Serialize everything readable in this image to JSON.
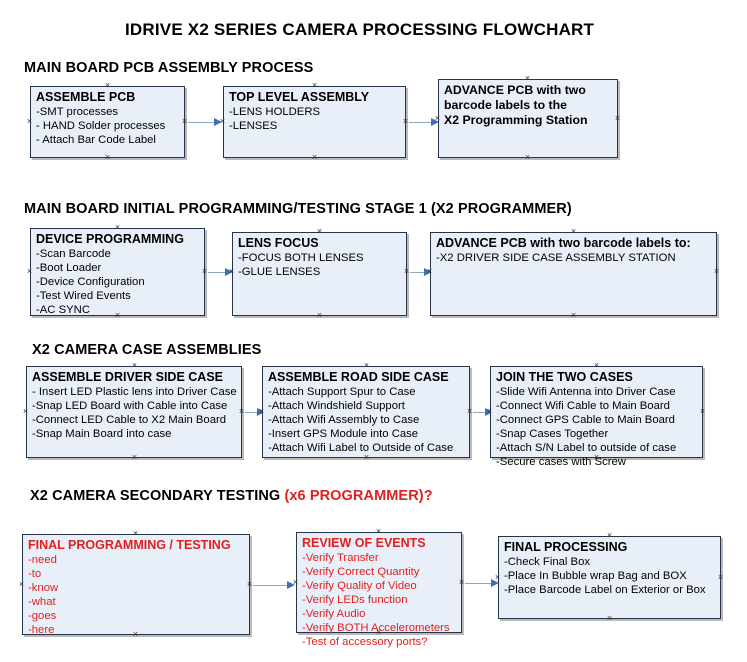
{
  "document": {
    "title": "IDRIVE X2  SERIES CAMERA PROCESSING FLOWCHART",
    "accent_color": "#e02020",
    "node_fill": "#e9eff8",
    "node_border": "#26344a",
    "connector_color": "#8fa9c4",
    "arrow_color": "#3f6fb5"
  },
  "sections": [
    {
      "id": "main-board-pcb-assembly-process",
      "heading": "MAIN BOARD PCB ASSEMBLY PROCESS",
      "heading_accent": "",
      "nodes": [
        {
          "id": "assemble-pcb",
          "title": "ASSEMBLE PCB",
          "lines": [
            "-SMT processes",
            "- HAND Solder processes",
            "- Attach Bar Code Label"
          ],
          "style": "normal"
        },
        {
          "id": "top-level-assembly",
          "title": "TOP LEVEL ASSEMBLY",
          "lines": [
            "-LENS HOLDERS",
            "-LENSES"
          ],
          "style": "normal"
        },
        {
          "id": "advance-pcb-to-x2-programming-station",
          "title": "",
          "lines": [
            "ADVANCE PCB with two",
            "barcode labels to the",
            " X2 Programming Station"
          ],
          "style": "allbold"
        }
      ]
    },
    {
      "id": "main-board-initial-programming",
      "heading": "MAIN BOARD INITIAL PROGRAMMING/TESTING STAGE 1 (X2 PROGRAMMER)",
      "heading_accent": "",
      "nodes": [
        {
          "id": "device-programming",
          "title": "DEVICE PROGRAMMING",
          "lines": [
            "-Scan Barcode",
            "-Boot Loader",
            "-Device Configuration",
            "-Test Wired Events",
            "-AC SYNC"
          ],
          "style": "normal"
        },
        {
          "id": "lens-focus",
          "title": "LENS FOCUS",
          "lines": [
            "-FOCUS BOTH LENSES",
            "-GLUE LENSES"
          ],
          "style": "normal"
        },
        {
          "id": "advance-pcb-to-driver-side-case-station",
          "title": "ADVANCE PCB with two barcode labels to:",
          "lines": [
            "-X2 DRIVER  SIDE  CASE  ASSEMBLY STATION"
          ],
          "style": "normal"
        }
      ]
    },
    {
      "id": "x2-camera-case-assemblies",
      "heading": "X2 CAMERA CASE ASSEMBLIES",
      "heading_accent": "",
      "nodes": [
        {
          "id": "assemble-driver-side-case",
          "title": "ASSEMBLE DRIVER SIDE CASE",
          "lines": [
            "- Insert LED Plastic lens into Driver Case",
            "-Snap LED Board with Cable into Case",
            "-Connect LED Cable to X2 Main Board",
            "-Snap Main Board into case"
          ],
          "style": "normal"
        },
        {
          "id": "assemble-road-side-case",
          "title": "ASSEMBLE ROAD SIDE CASE",
          "lines": [
            "-Attach Support Spur to Case",
            "-Attach Windshield Support",
            "-Attach Wifi Assembly to Case",
            "-Insert GPS Module into Case",
            "-Attach Wifi Label to Outside of Case"
          ],
          "style": "normal"
        },
        {
          "id": "join-the-two-cases",
          "title": "JOIN THE TWO CASES",
          "lines": [
            "-Slide Wifi Antenna into Driver Case",
            "-Connect Wifi Cable to Main Board",
            "-Connect GPS Cable to Main Board",
            "-Snap Cases Together",
            "-Attach S/N Label to outside of case",
            "-Secure cases with Screw"
          ],
          "style": "normal"
        }
      ]
    },
    {
      "id": "x2-camera-secondary-testing",
      "heading": "X2 CAMERA SECONDARY TESTING ",
      "heading_accent": "(x6 PROGRAMMER)?",
      "nodes": [
        {
          "id": "final-programming-testing",
          "title": "FINAL PROGRAMMING / TESTING",
          "lines": [
            "-need",
            "-to",
            "-know",
            "-what",
            "-goes",
            "-here"
          ],
          "style": "red"
        },
        {
          "id": "review-of-events",
          "title": "REVIEW OF EVENTS",
          "lines": [
            "-Verify Transfer",
            "-Verify Correct Quantity",
            "-Verify Quality of Video",
            "-Verify LEDs function",
            "-Verify Audio",
            "-Verify BOTH Accelerometers",
            "-Test of accessory ports?"
          ],
          "style": "red"
        },
        {
          "id": "final-processing",
          "title": "FINAL PROCESSING",
          "lines": [
            " -Check Final Box",
            "-Place In Bubble wrap Bag and BOX",
            "-Place Barcode Label on Exterior or Box"
          ],
          "style": "normal"
        }
      ]
    }
  ]
}
